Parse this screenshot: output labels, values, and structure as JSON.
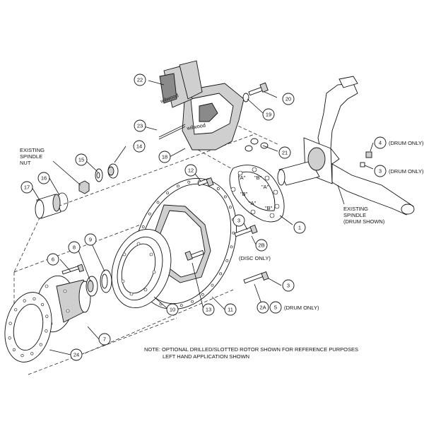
{
  "callouts": {
    "c1": "1",
    "c2a": "2A",
    "c2b": "2B",
    "c3a": "3",
    "c3b": "3",
    "c3c": "3",
    "c4": "4",
    "c5": "5",
    "c6": "6",
    "c7": "7",
    "c8": "8",
    "c9": "9",
    "c10": "10",
    "c11": "11",
    "c12": "12",
    "c13": "13",
    "c14": "14",
    "c15": "15",
    "c16": "16",
    "c17": "17",
    "c18": "18",
    "c19": "19",
    "c20": "20",
    "c21": "21",
    "c22": "22",
    "c23": "23",
    "c24": "24"
  },
  "labels": {
    "existing_spindle_nut": [
      "EXISTING",
      "SPINDLE",
      "NUT"
    ],
    "existing_spindle_drum": [
      "EXISTING",
      "SPINDLE",
      "(DRUM SHOWN)"
    ],
    "drum_only_4": "(DRUM ONLY)",
    "drum_only_3": "(DRUM ONLY)",
    "disc_only": "(DISC ONLY)",
    "drum_only_2a5": "(DRUM ONLY)"
  },
  "bracket_marks": {
    "a": "\"A\"",
    "b": "\"B\""
  },
  "brand": {
    "pad_logo": "wilwood",
    "caliper_logo": "wilwood"
  },
  "notes": {
    "line1": "NOTE: OPTIONAL DRILLED/SLOTTED ROTOR SHOWN FOR REFERENCE PURPOSES",
    "line2": "LEFT HAND APPLICATION SHOWN"
  }
}
